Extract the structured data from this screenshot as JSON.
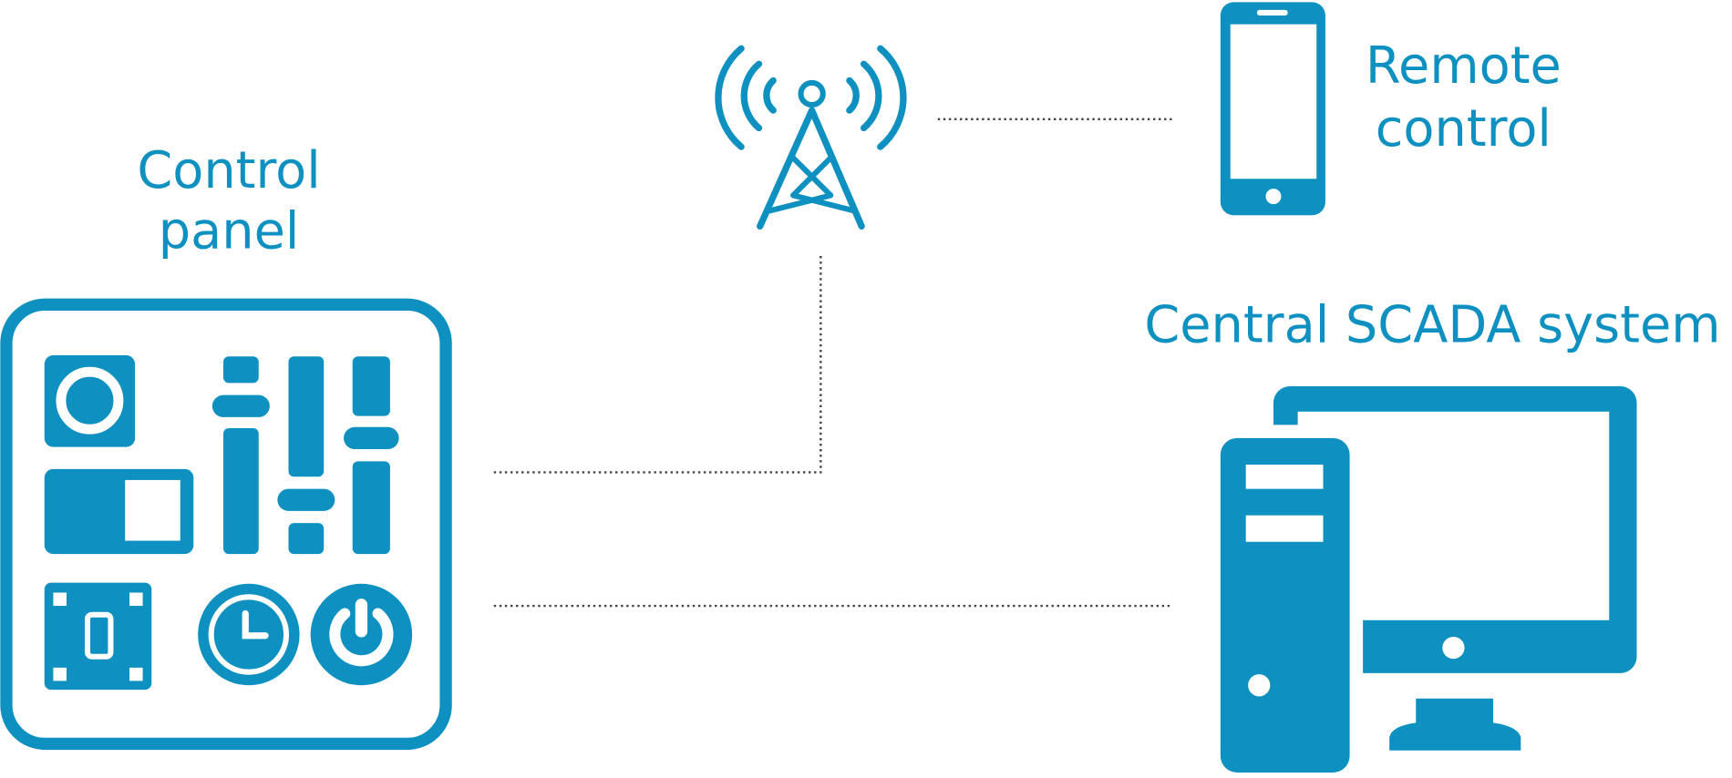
{
  "labels": {
    "control_panel_line1": "Control",
    "control_panel_line2": "panel",
    "remote_control_line1": "Remote",
    "remote_control_line2": "control",
    "central_scada": "Central SCADA system"
  },
  "icons": {
    "control_panel": "control-panel-icon",
    "antenna": "radio-tower-icon",
    "phone": "smartphone-icon",
    "computer": "desktop-computer-icon"
  },
  "colors": {
    "accent": "#0e91c0",
    "connector": "#444444"
  }
}
